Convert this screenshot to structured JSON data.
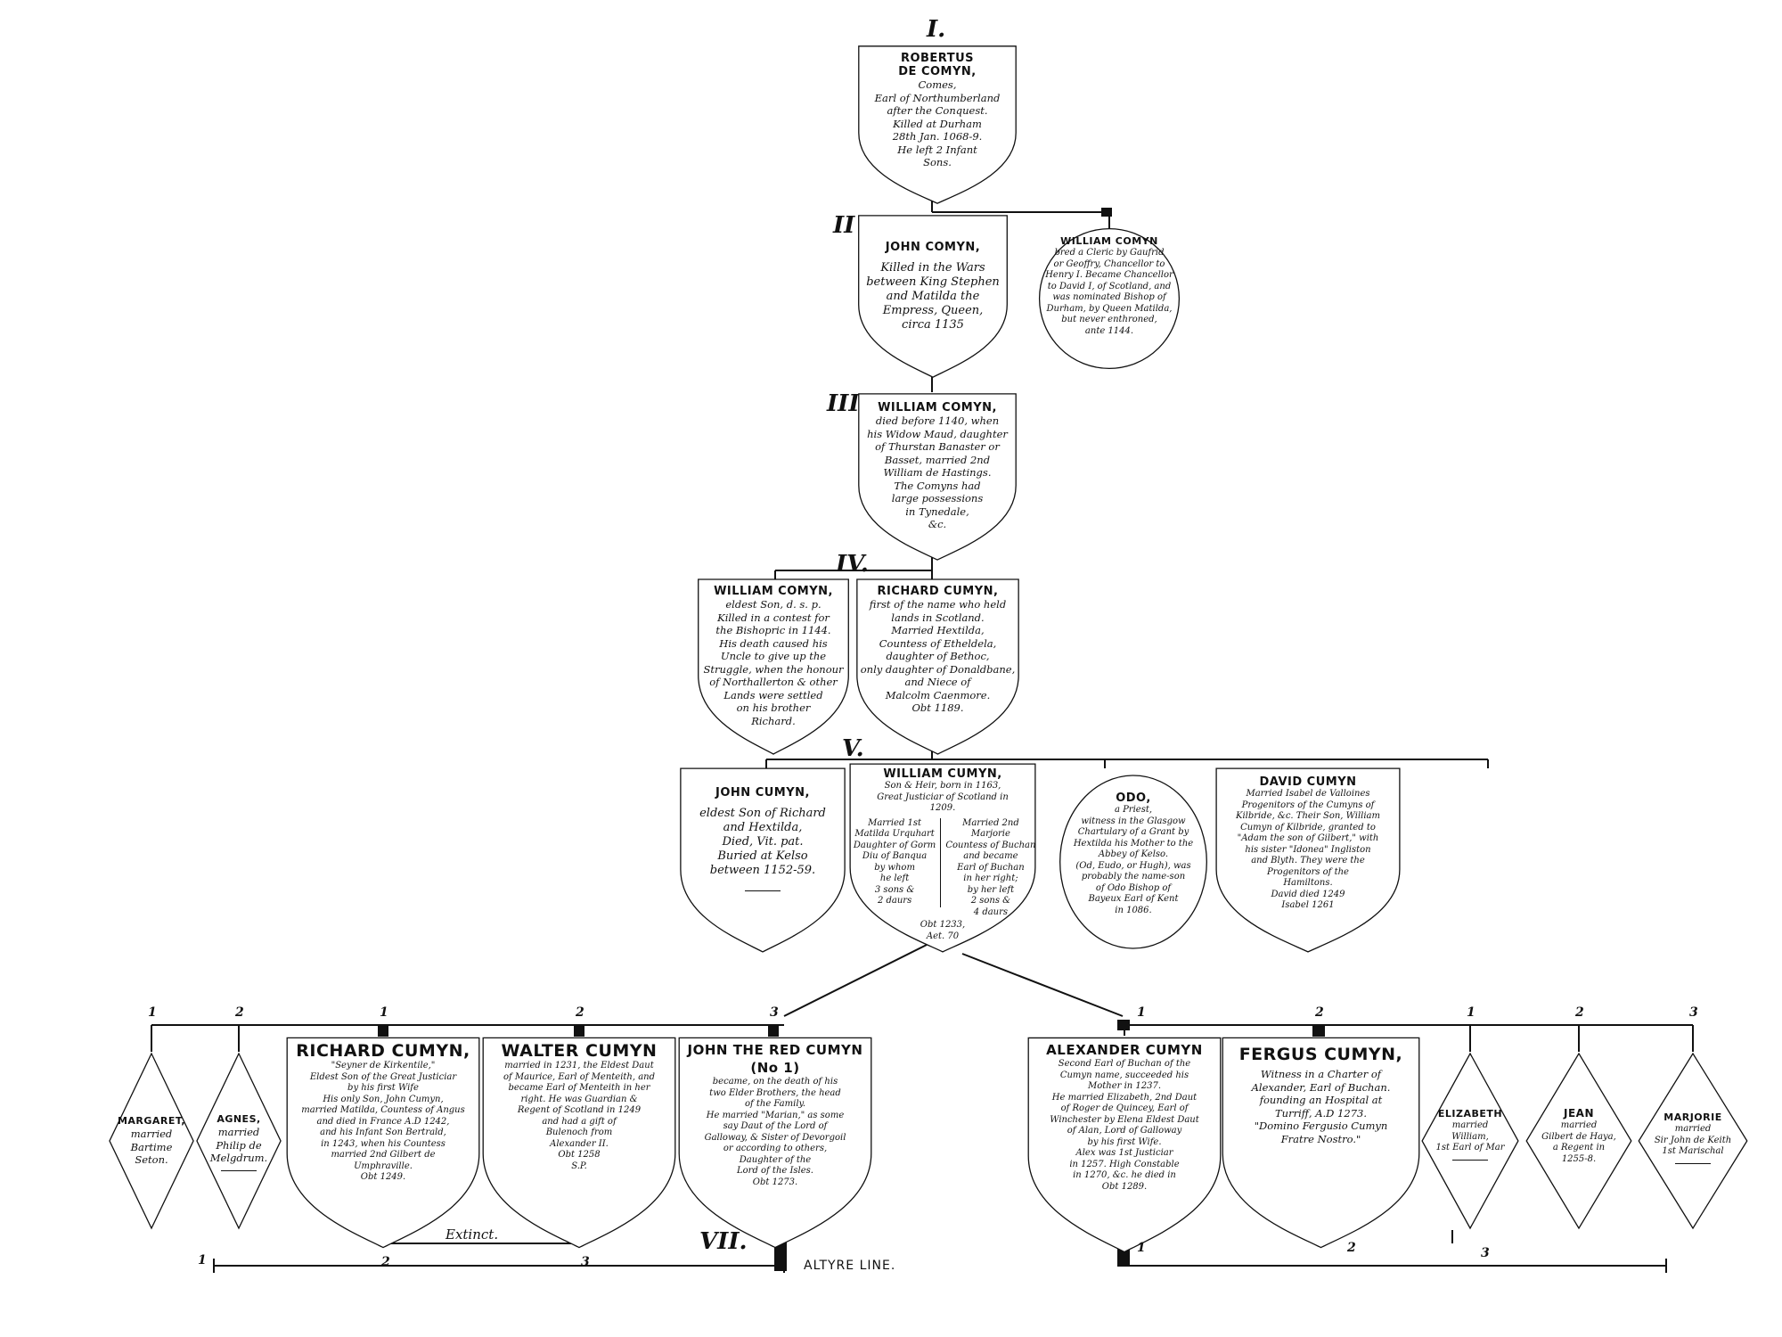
{
  "generations": [
    "I.",
    "II",
    "III.",
    "IV.",
    "V.",
    "VII."
  ],
  "n1": {
    "name": "ROBERTUS\nDE COMYN,",
    "desc": "Comes,\nEarl of Northumberland\nafter the Conquest.\nKilled at Durham\n28th Jan. 1068-9.\nHe left 2 Infant\nSons."
  },
  "n2a": {
    "name": "JOHN COMYN,",
    "desc": "Killed in the Wars\nbetween King Stephen\nand Matilda the\nEmpress, Queen,\ncirca 1135"
  },
  "n2b": {
    "name": "WILLIAM COMYN",
    "desc": "bred a Cleric by Gaufrid\nor Geoffry, Chancellor to\nHenry I. Became Chancellor\nto David I, of Scotland, and\nwas nominated Bishop of\nDurham, by Queen Matilda,\nbut never enthroned,\nante 1144."
  },
  "n3": {
    "name": "WILLIAM COMYN,",
    "desc": "died before 1140, when\nhis Widow Maud, daughter\nof Thurstan Banaster or\nBasset, married 2nd\nWilliam de Hastings.\nThe Comyns had\nlarge possessions\nin Tynedale,\n&c."
  },
  "n4a": {
    "name": "WILLIAM COMYN,",
    "desc": "eldest Son, d. s. p.\nKilled in a contest for\nthe Bishopric in 1144.\nHis death caused his\nUncle to give up the\nStruggle, when the honour\nof Northallerton & other\nLands were settled\non his brother\nRichard."
  },
  "n4b": {
    "name": "RICHARD CUMYN,",
    "desc": "first of the name who held\nlands in Scotland.\nMarried Hextilda,\nCountess of Etheldela,\ndaughter of Bethoc,\nonly daughter of Donaldbane,\nand Niece of\nMalcolm Caenmore.\nObt 1189."
  },
  "n5a": {
    "name": "JOHN CUMYN,",
    "desc": "eldest Son of Richard\nand Hextilda,\nDied, Vit. pat.\nBuried at Kelso\nbetween 1152-59."
  },
  "n5b": {
    "name": "WILLIAM CUMYN,",
    "desc": "Son & Heir, born in 1163,\nGreat Justiciar of Scotland in\n1209.",
    "left": "Married 1st\nMatilda Urquhart\nDaughter of Gorm\nDiu of Banqua\nby whom\nhe left\n3 sons &\n2 daurs",
    "right": "Married 2nd\nMarjorie\nCountess of Buchan\nand became\nEarl of Buchan\nin her right;\nby her left\n2 sons &\n4 daurs",
    "obit": "Obt 1233,\nAet. 70"
  },
  "n5c": {
    "name": "ODO,",
    "desc": "a Priest,\nwitness in the Glasgow\nChartulary of a Grant by\nHextilda his Mother to the\nAbbey of Kelso.\n(Od, Eudo, or Hugh), was\nprobably the name-son\nof Odo Bishop of\nBayeux Earl of Kent\nin 1086."
  },
  "n5d": {
    "name": "DAVID CUMYN",
    "desc": "Married Isabel de Valloines\nProgenitors of the Cumyns of\nKilbride, &c. Their Son, William\nCumyn of Kilbride, granted to\n\"Adam the son of Gilbert,\" with\nhis sister \"Idonea\" Ingliston\nand Blyth. They were the\nProgenitors of the\nHamiltons.\nDavid died 1249\nIsabel 1261"
  },
  "d1": {
    "name": "MARGARET,",
    "desc": "married\nBartime\nSeton."
  },
  "d2": {
    "name": "AGNES,",
    "desc": "married\nPhilip de\nMelgdrum."
  },
  "s1": {
    "name": "RICHARD CUMYN,",
    "desc": "\"Seyner de Kirkentile,\"\nEldest Son of the Great Justiciar\nby his first Wife\nHis only Son, John Cumyn,\nmarried Matilda, Countess of Angus\nand died in France A.D 1242,\nand his Infant Son Bertrald,\nin 1243, when his Countess\nmarried 2nd Gilbert de\nUmphraville.\nObt 1249."
  },
  "s2": {
    "name": "WALTER CUMYN",
    "desc": "married in 1231, the Eldest Daut\nof Maurice, Earl of Menteith, and\nbecame Earl of Menteith in her\nright. He was Guardian &\nRegent of Scotland in 1249\nand had a gift of\nBulenoch from\nAlexander II.\nObt 1258\nS.P."
  },
  "s3": {
    "name": "JOHN THE RED CUMYN (No 1)",
    "desc": "became, on the death of his\ntwo Elder Brothers, the head\nof the Family.\nHe married \"Marian,\" as some\nsay Daut of the Lord of\nGalloway, & Sister of Devorgoil\nor according to others,\nDaughter of the\nLord of the Isles.\nObt 1273."
  },
  "t1": {
    "name": "ALEXANDER CUMYN",
    "desc": "Second Earl of Buchan of the\nCumyn name, succeeded his\nMother in 1237.\nHe married Elizabeth, 2nd Daut\nof Roger de Quincey, Earl of\nWinchester by Elena Eldest Daut\nof Alan, Lord of Galloway\nby his first Wife.\nAlex was 1st Justiciar\nin 1257. High Constable\nin 1270, &c. he died in\nObt 1289."
  },
  "t2": {
    "name": "FERGUS CUMYN,",
    "desc": "Witness in a Charter of\nAlexander, Earl of Buchan.\nfounding an Hospital at\nTurriff, A.D 1273.\n\"Domino Fergusio Cumyn\nFratre Nostro.\""
  },
  "d3": {
    "name": "ELIZABETH",
    "desc": "married\nWilliam,\n1st Earl of Mar"
  },
  "d4": {
    "name": "JEAN",
    "desc": "married\nGilbert de Haya,\na Regent in\n1255-8."
  },
  "d5": {
    "name": "MARJORIE",
    "desc": "married\nSir John de Keith\n1st Marischal"
  },
  "labels": {
    "extinct": "Extinct.",
    "altyre": "ALTYRE LINE."
  },
  "numbers": {
    "one": "1",
    "two": "2",
    "three": "3"
  }
}
